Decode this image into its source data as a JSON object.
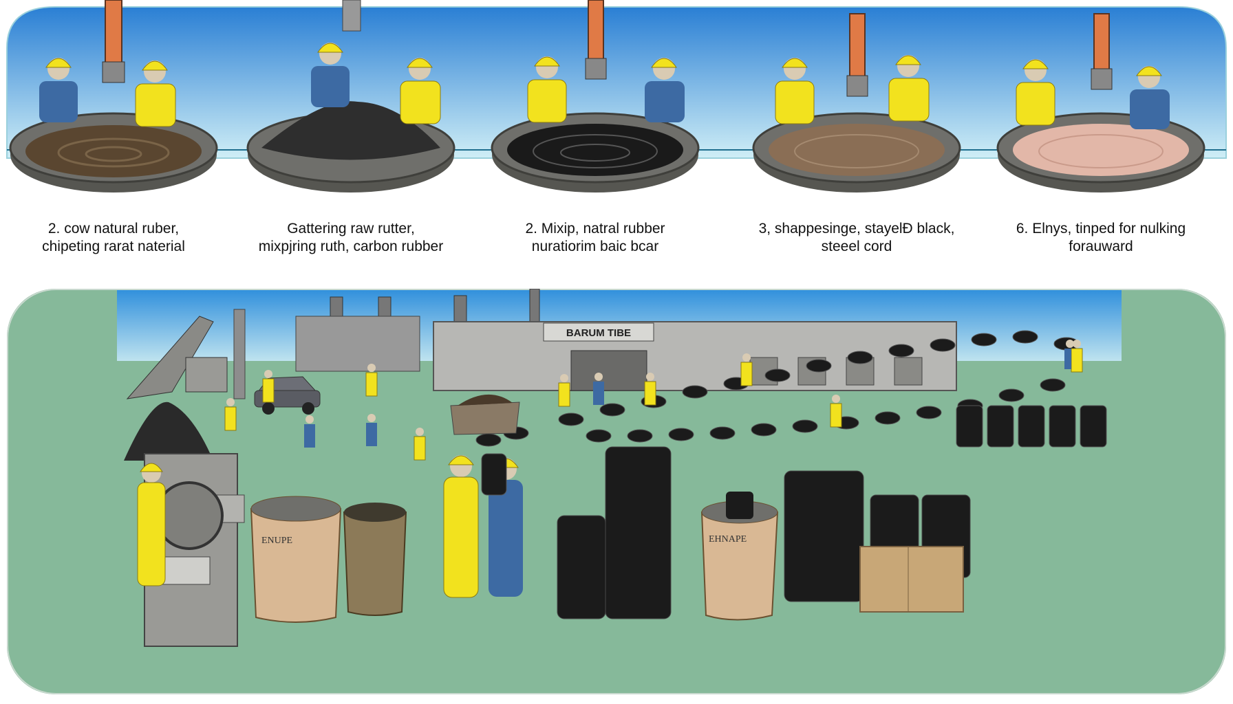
{
  "stages": [
    {
      "line1": "2.  cow natural ruber,",
      "line2": "chipeting rarat naterial",
      "fill": "#5a4630"
    },
    {
      "line1": "Gattering  raw rutter,",
      "line2": "mixpjring ruth, carbon rubber",
      "fill": "#2e2e2e"
    },
    {
      "line1": "2.  Mixip, natral rubber",
      "line2": "nuratiorim baic bcar",
      "fill": "#1a1a1a"
    },
    {
      "line1": "3, shappesinge, stayelĐ black,",
      "line2": "steeel cord",
      "fill": "#8a6e55"
    },
    {
      "line1": "6.  Elnys, tinped for nulking",
      "line2": "forauward",
      "fill": "#e2b7a8"
    }
  ],
  "factory": {
    "sign": "BARUM TIBE"
  },
  "buckets": [
    {
      "label": "ENUPE"
    },
    {
      "label": "EHNAPE"
    }
  ],
  "colors": {
    "sky": "#2f8fdc",
    "ground": "#86b99a",
    "worker_yellow": "#f2e21e",
    "worker_blue": "#3d6aa3",
    "tire": "#1b1b1b",
    "vat_rim": "#6f6f6b"
  }
}
